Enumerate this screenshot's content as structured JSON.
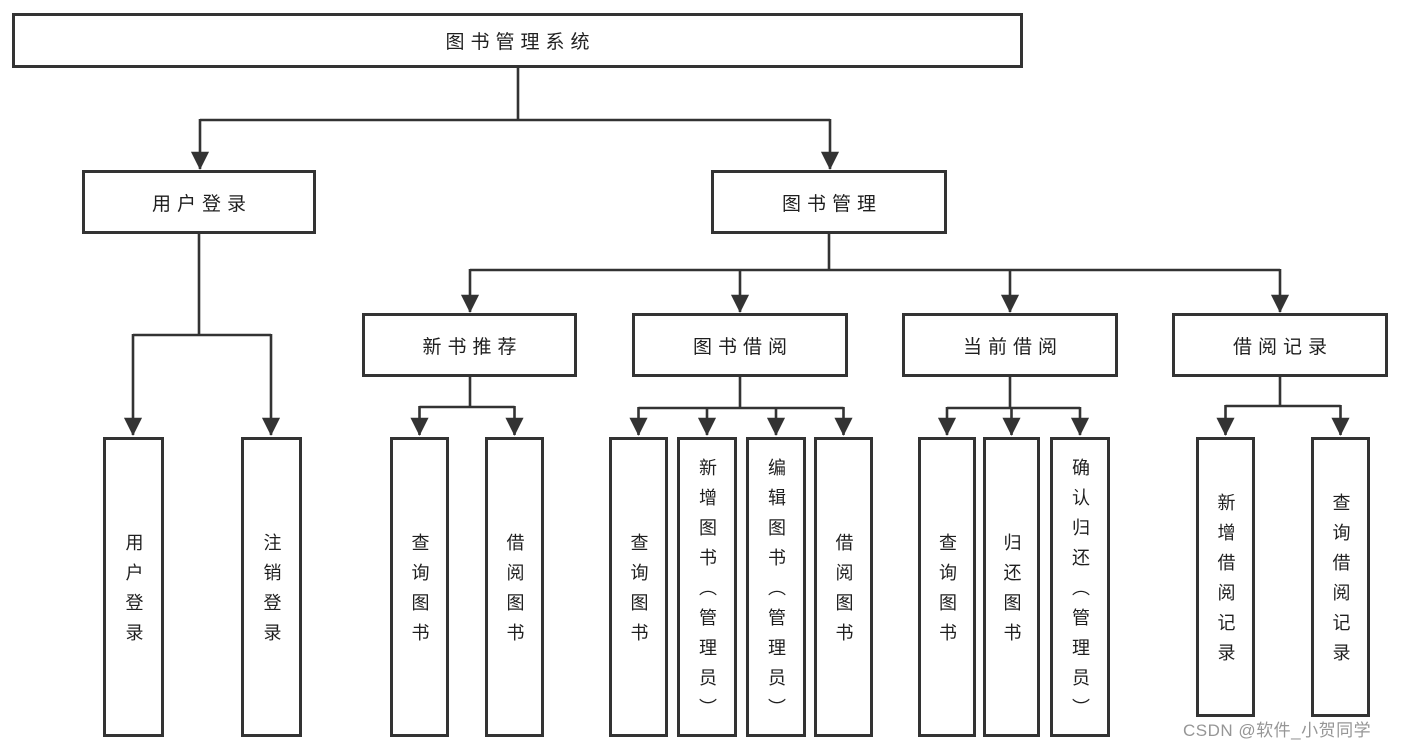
{
  "diagram": {
    "root": {
      "label": "图书管理系统"
    },
    "branches": [
      {
        "label": "用户登录",
        "children": [
          {
            "label": "用户登录"
          },
          {
            "label": "注销登录"
          }
        ]
      },
      {
        "label": "图书管理",
        "children": [
          {
            "label": "新书推荐",
            "children": [
              {
                "label": "查询图书"
              },
              {
                "label": "借阅图书"
              }
            ]
          },
          {
            "label": "图书借阅",
            "children": [
              {
                "label": "查询图书"
              },
              {
                "label": "新增图书（管理员）"
              },
              {
                "label": "编辑图书（管理员）"
              },
              {
                "label": "借阅图书"
              }
            ]
          },
          {
            "label": "当前借阅",
            "children": [
              {
                "label": "查询图书"
              },
              {
                "label": "归还图书"
              },
              {
                "label": "确认归还（管理员）"
              }
            ]
          },
          {
            "label": "借阅记录",
            "children": [
              {
                "label": "新增借阅记录"
              },
              {
                "label": "查询借阅记录"
              }
            ]
          }
        ]
      }
    ]
  },
  "watermark": {
    "text": "CSDN @软件_小贺同学"
  },
  "colors": {
    "line": "#333333",
    "box_border": "#333333",
    "text": "#1f1f1f",
    "watermark": "#969696",
    "background": "#ffffff"
  }
}
